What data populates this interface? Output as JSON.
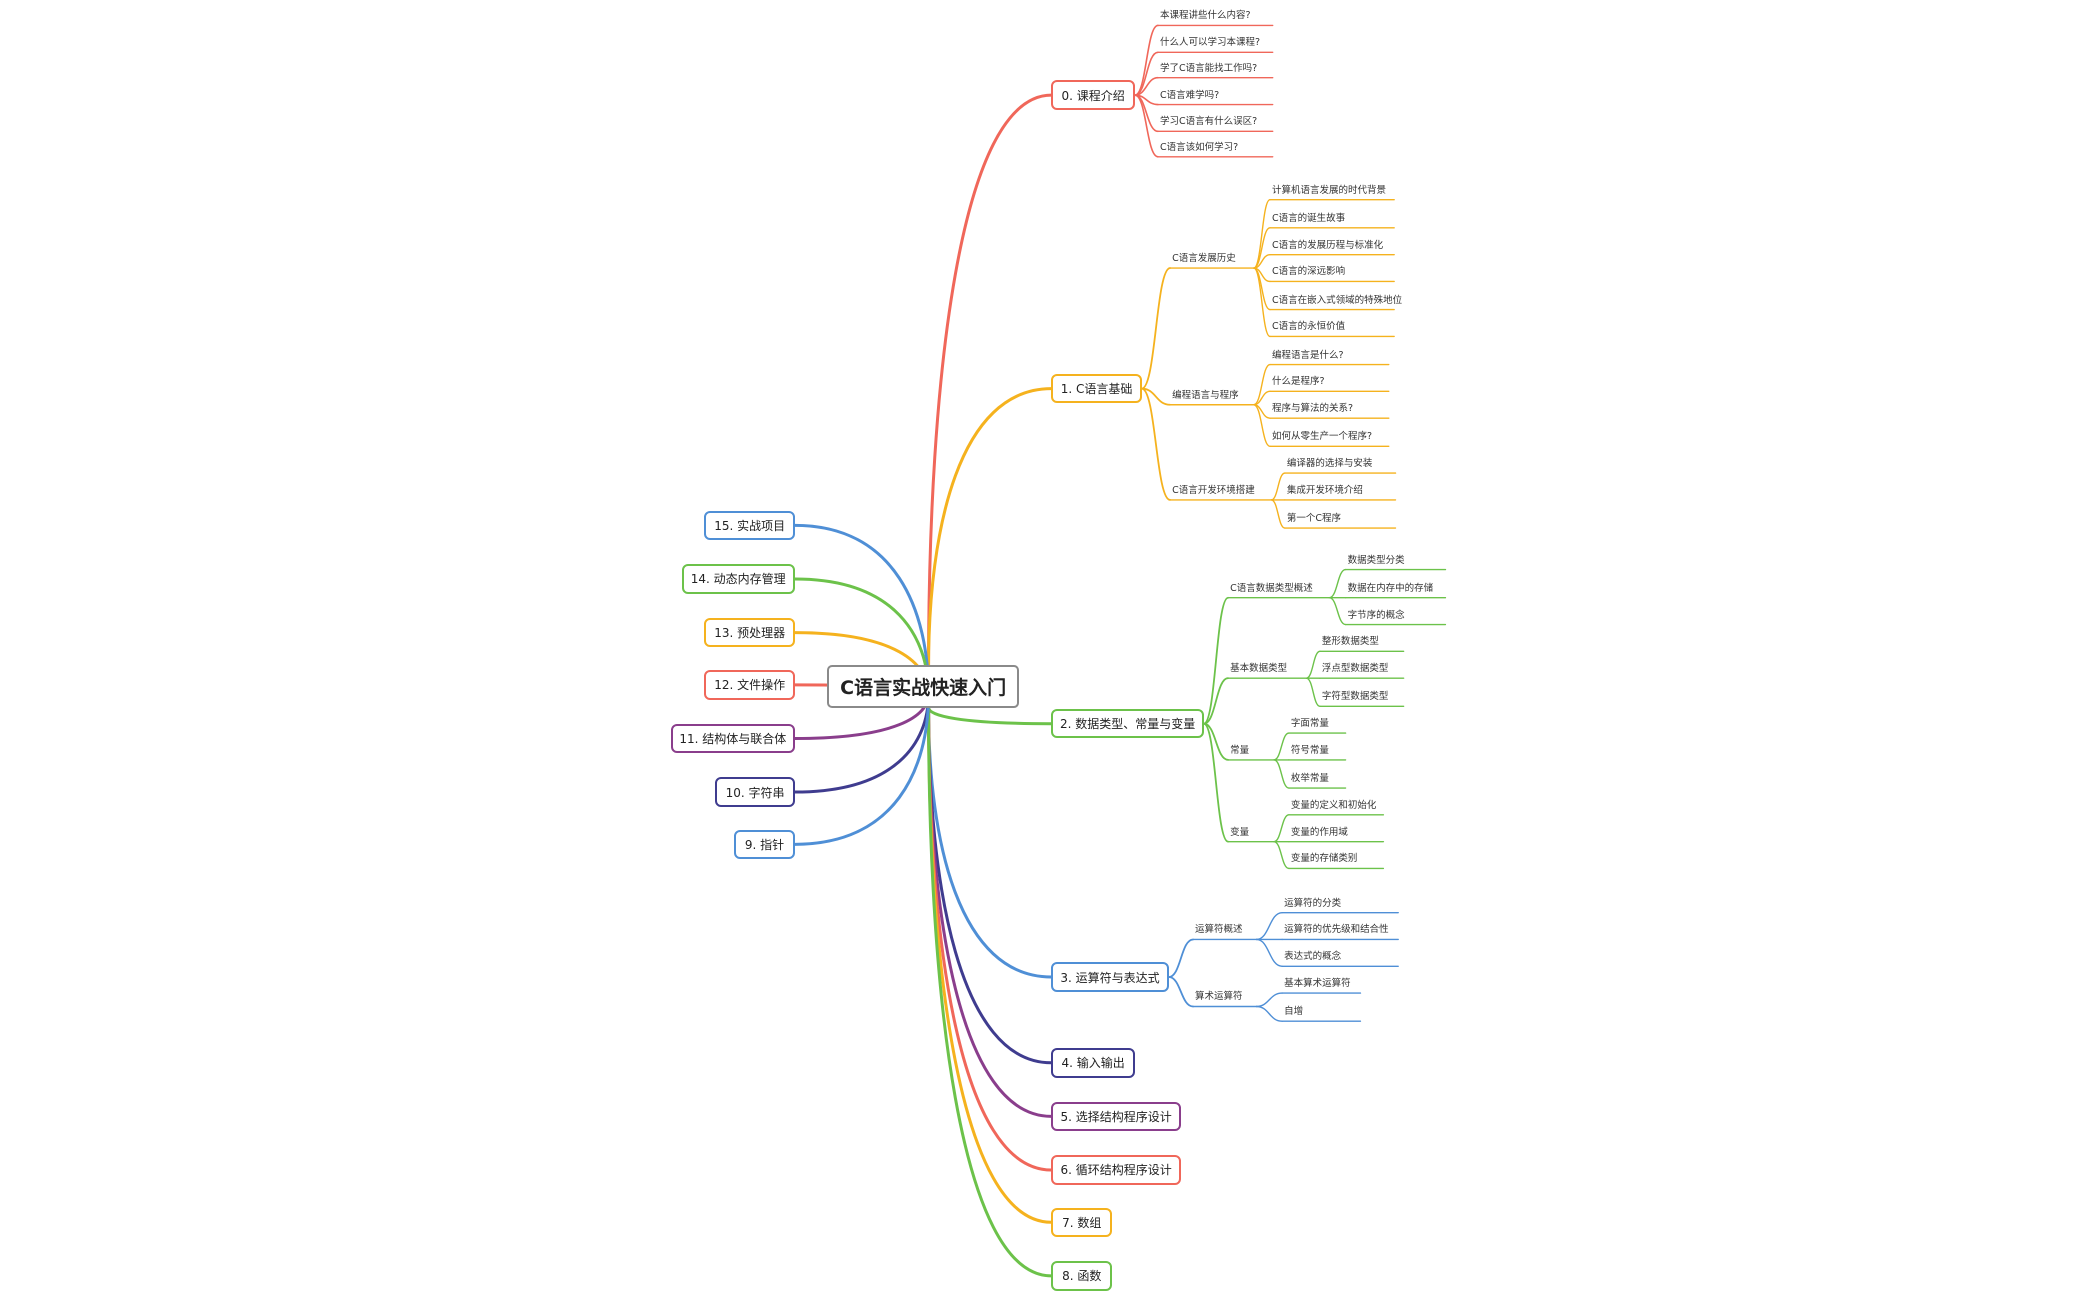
{
  "root": "C语言实战快速入门",
  "colors": {
    "red": "#f0675a",
    "orange": "#f5b21e",
    "green": "#6cc24a",
    "blue": "#4f8fd6",
    "navy": "#3f3c8f",
    "purple": "#8a3e8c"
  },
  "right": [
    {
      "id": "c0",
      "label": "0. 课程介绍",
      "color": "red",
      "children": [
        {
          "label": "本课程讲些什么内容?"
        },
        {
          "label": "什么人可以学习本课程?"
        },
        {
          "label": "学了C语言能找工作吗?"
        },
        {
          "label": "C语言难学吗?"
        },
        {
          "label": "学习C语言有什么误区?"
        },
        {
          "label": "C语言该如何学习?"
        }
      ]
    },
    {
      "id": "c1",
      "label": "1. C语言基础",
      "color": "orange",
      "children": [
        {
          "label": "C语言发展历史",
          "children": [
            {
              "label": "计算机语言发展的时代背景"
            },
            {
              "label": "C语言的诞生故事"
            },
            {
              "label": "C语言的发展历程与标准化"
            },
            {
              "label": "C语言的深远影响"
            },
            {
              "label": "C语言在嵌入式领域的特殊地位"
            },
            {
              "label": "C语言的永恒价值"
            }
          ]
        },
        {
          "label": "编程语言与程序",
          "children": [
            {
              "label": "编程语言是什么?"
            },
            {
              "label": "什么是程序?"
            },
            {
              "label": "程序与算法的关系?"
            },
            {
              "label": "如何从零生产一个程序?"
            }
          ]
        },
        {
          "label": "C语言开发环境搭建",
          "children": [
            {
              "label": "编译器的选择与安装"
            },
            {
              "label": "集成开发环境介绍"
            },
            {
              "label": "第一个C程序"
            }
          ]
        }
      ]
    },
    {
      "id": "c2",
      "label": "2. 数据类型、常量与变量",
      "color": "green",
      "children": [
        {
          "label": "C语言数据类型概述",
          "children": [
            {
              "label": "数据类型分类"
            },
            {
              "label": "数据在内存中的存储"
            },
            {
              "label": "字节序的概念"
            }
          ]
        },
        {
          "label": "基本数据类型",
          "children": [
            {
              "label": "整形数据类型"
            },
            {
              "label": "浮点型数据类型"
            },
            {
              "label": "字符型数据类型"
            }
          ]
        },
        {
          "label": "常量",
          "children": [
            {
              "label": "字面常量"
            },
            {
              "label": "符号常量"
            },
            {
              "label": "枚举常量"
            }
          ]
        },
        {
          "label": "变量",
          "children": [
            {
              "label": "变量的定义和初始化"
            },
            {
              "label": "变量的作用域"
            },
            {
              "label": "变量的存储类别"
            }
          ]
        }
      ]
    },
    {
      "id": "c3",
      "label": "3. 运算符与表达式",
      "color": "blue",
      "children": [
        {
          "label": "运算符概述",
          "children": [
            {
              "label": "运算符的分类"
            },
            {
              "label": "运算符的优先级和结合性"
            },
            {
              "label": "表达式的概念"
            }
          ]
        },
        {
          "label": "算术运算符",
          "children": [
            {
              "label": "基本算术运算符"
            },
            {
              "label": "自增"
            }
          ]
        }
      ]
    },
    {
      "id": "c4",
      "label": "4. 输入输出",
      "color": "navy"
    },
    {
      "id": "c5",
      "label": "5. 选择结构程序设计",
      "color": "purple"
    },
    {
      "id": "c6",
      "label": "6. 循环结构程序设计",
      "color": "red"
    },
    {
      "id": "c7",
      "label": "7. 数组",
      "color": "orange"
    },
    {
      "id": "c8",
      "label": "8. 函数",
      "color": "green"
    }
  ],
  "left": [
    {
      "id": "c15",
      "label": "15. 实战项目",
      "color": "blue"
    },
    {
      "id": "c14",
      "label": "14. 动态内存管理",
      "color": "green"
    },
    {
      "id": "c13",
      "label": "13. 预处理器",
      "color": "orange"
    },
    {
      "id": "c12",
      "label": "12. 文件操作",
      "color": "red"
    },
    {
      "id": "c11",
      "label": "11. 结构体与联合体",
      "color": "purple"
    },
    {
      "id": "c10",
      "label": "10. 字符串",
      "color": "navy"
    },
    {
      "id": "c9",
      "label": "9. 指针",
      "color": "blue"
    }
  ]
}
